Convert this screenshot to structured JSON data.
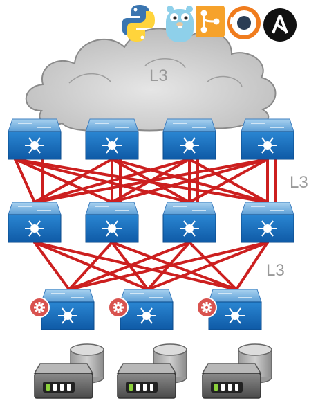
{
  "labels": {
    "cloud": "L3",
    "spine_leaf": "L3",
    "leaf_access": "L3"
  },
  "icons": [
    "python-logo-icon",
    "go-gopher-icon",
    "git-flow-icon",
    "sync-logo-icon",
    "ansible-logo-icon"
  ],
  "colors": {
    "link": "#cc1f1f",
    "switch_top": "#7fb6e0",
    "switch_front": "#1669b8",
    "cloud": "#c8c8c8",
    "gear_badge": "#d9534f",
    "server_status": "#8cd13c"
  },
  "tiers": {
    "spine_count": 4,
    "leaf_count": 4,
    "access_count": 3,
    "server_count": 3
  }
}
